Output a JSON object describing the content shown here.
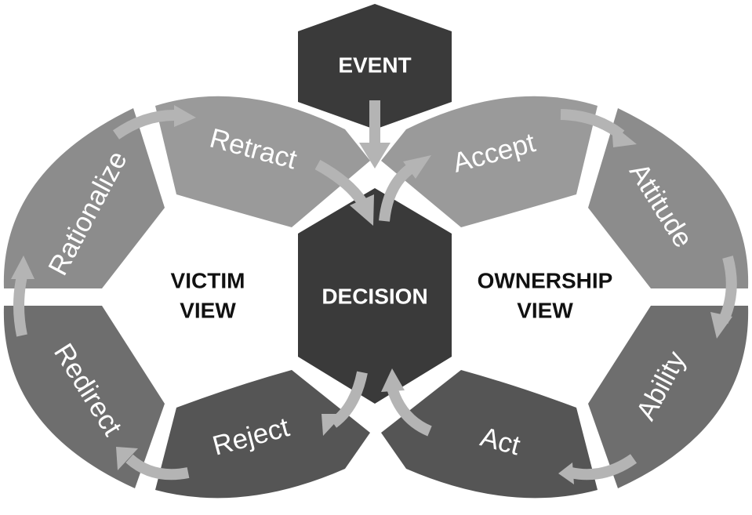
{
  "diagram": {
    "event": "EVENT",
    "decision": "DECISION",
    "victim_view": {
      "line1": "VICTIM",
      "line2": "VIEW"
    },
    "ownership_view": {
      "line1": "OWNERSHIP",
      "line2": "VIEW"
    },
    "segments": {
      "retract": "Retract",
      "rationalize": "Rationalize",
      "redirect": "Redirect",
      "reject": "Reject",
      "accept": "Accept",
      "attitude": "Attitude",
      "ability": "Ability",
      "act": "Act"
    }
  },
  "colors": {
    "light_segment": "#9a9a9a",
    "mid_segment": "#8a8a8a",
    "dark_segment": "#5a5a5a",
    "hexagon": "#3a3a3a",
    "arrow": "#b4b4b4"
  }
}
